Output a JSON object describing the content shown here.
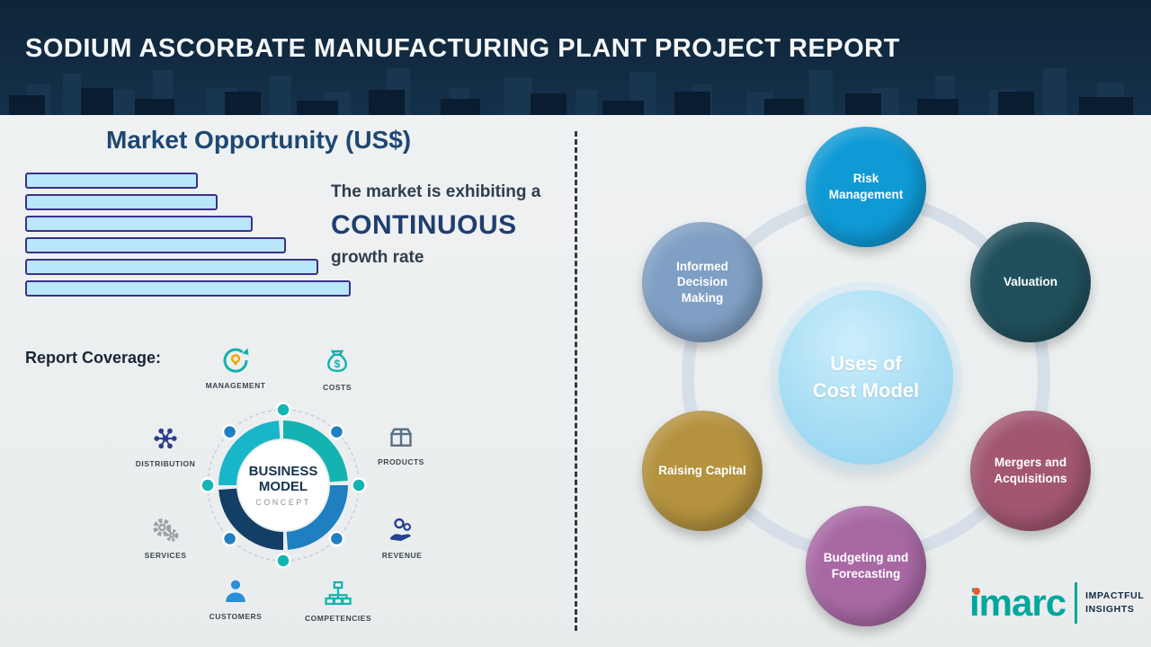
{
  "header": {
    "title": "SODIUM ASCORBATE MANUFACTURING PLANT PROJECT REPORT"
  },
  "market": {
    "title": "Market Opportunity (US$)",
    "growth_line1": "The market is exhibiting a",
    "growth_emphasis": "CONTINUOUS",
    "growth_line2": "growth rate",
    "bar_fill": "#b9e6f8",
    "bar_border": "#3a3188"
  },
  "chart_data": {
    "type": "bar",
    "orientation": "horizontal",
    "title": "Market Opportunity (US$)",
    "values": [
      53,
      59,
      70,
      80,
      90,
      100
    ],
    "values_unit": "relative bar length, % of longest bar (no axis or tick labels shown)",
    "xlabel": "",
    "ylabel": ""
  },
  "report_coverage": {
    "label": "Report Coverage:"
  },
  "business_model": {
    "center_line1": "BUSINESS",
    "center_line2": "MODEL",
    "center_line3": "CONCEPT",
    "items": [
      {
        "label": "MANAGEMENT",
        "icon": "recycle-idea-icon"
      },
      {
        "label": "COSTS",
        "icon": "money-bag-icon"
      },
      {
        "label": "DISTRIBUTION",
        "icon": "network-icon"
      },
      {
        "label": "PRODUCTS",
        "icon": "box-icon"
      },
      {
        "label": "SERVICES",
        "icon": "gears-icon"
      },
      {
        "label": "REVENUE",
        "icon": "hand-coin-icon"
      },
      {
        "label": "CUSTOMERS",
        "icon": "person-icon"
      },
      {
        "label": "COMPETENCIES",
        "icon": "org-chart-icon"
      }
    ]
  },
  "cost_model": {
    "center_line1": "Uses of",
    "center_line2": "Cost Model",
    "center_color": "#a6ddf4",
    "nodes": [
      {
        "label": "Risk Management",
        "color": "#0f9ad6"
      },
      {
        "label": "Valuation",
        "color": "#20505c"
      },
      {
        "label": "Mergers and Acquisitions",
        "color": "#a25672"
      },
      {
        "label": "Budgeting and Forecasting",
        "color": "#a868a4"
      },
      {
        "label": "Raising Capital",
        "color": "#b4923e"
      },
      {
        "label": "Informed Decision Making",
        "color": "#7f9fc4"
      }
    ]
  },
  "logo": {
    "brand": "imarc",
    "brand_color": "#00a79d",
    "tagline_line1": "IMPACTFUL",
    "tagline_line2": "INSIGHTS"
  }
}
